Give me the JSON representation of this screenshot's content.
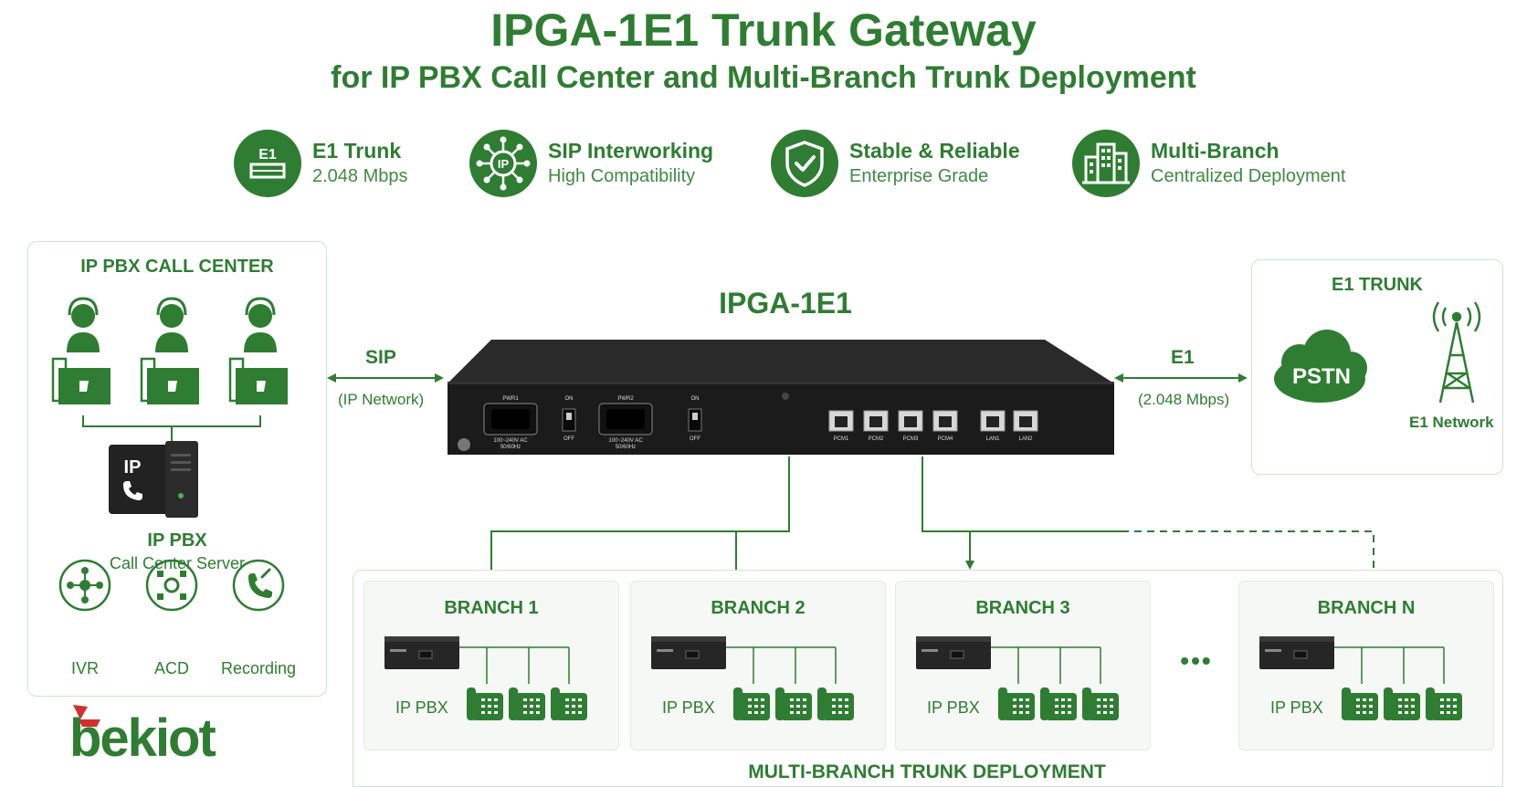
{
  "header": {
    "title": "IPGA-1E1 Trunk Gateway",
    "subtitle": "for IP PBX Call Center and Multi-Branch Trunk Deployment"
  },
  "features": [
    {
      "icon": "e1-icon",
      "badge": "E1",
      "title": "E1 Trunk",
      "subtitle": "2.048 Mbps"
    },
    {
      "icon": "ip-network-icon",
      "badge": "IP",
      "title": "SIP Interworking",
      "subtitle": "High Compatibility"
    },
    {
      "icon": "shield-icon",
      "title": "Stable & Reliable",
      "subtitle": "Enterprise Grade"
    },
    {
      "icon": "buildings-icon",
      "title": "Multi-Branch",
      "subtitle": "Centralized Deployment"
    }
  ],
  "call_center": {
    "title": "IP PBX CALL CENTER",
    "server_badge": "IP",
    "server_title": "IP PBX",
    "server_subtitle": "Call Center Server",
    "functions": [
      {
        "icon": "ivr-icon",
        "label": "IVR"
      },
      {
        "icon": "acd-icon",
        "label": "ACD"
      },
      {
        "icon": "recording-icon",
        "label": "Recording"
      }
    ]
  },
  "gateway": {
    "name": "IPGA-1E1",
    "sip_label": "SIP",
    "sip_sub": "(IP Network)",
    "e1_label": "E1",
    "e1_sub": "(2.048 Mbps)",
    "panel_labels": {
      "pwr1": "PWR1",
      "pwr2": "PWR2",
      "on": "ON",
      "off": "OFF",
      "ac": "100~240V AC",
      "hz": "50/60Hz",
      "ports": [
        "PCM1",
        "PCM2",
        "PCM3",
        "PCM4",
        "LAN1",
        "LAN2"
      ]
    }
  },
  "e1_trunk": {
    "title": "E1 TRUNK",
    "pstn": "PSTN",
    "network_label": "E1 Network"
  },
  "branches": {
    "footer": "MULTI-BRANCH TRUNK DEPLOYMENT",
    "ellipsis": "•••",
    "items": [
      {
        "title": "BRANCH 1",
        "pbx_label": "IP PBX"
      },
      {
        "title": "BRANCH 2",
        "pbx_label": "IP PBX"
      },
      {
        "title": "BRANCH 3",
        "pbx_label": "IP PBX"
      },
      {
        "title": "BRANCH N",
        "pbx_label": "IP PBX"
      }
    ]
  },
  "brand": {
    "logo_text": "bekiot"
  },
  "colors": {
    "accent": "#2e7d32",
    "device": "#1f1f1f",
    "panel_border": "#cfe3cf",
    "branch_bg": "#f5f8f4"
  }
}
